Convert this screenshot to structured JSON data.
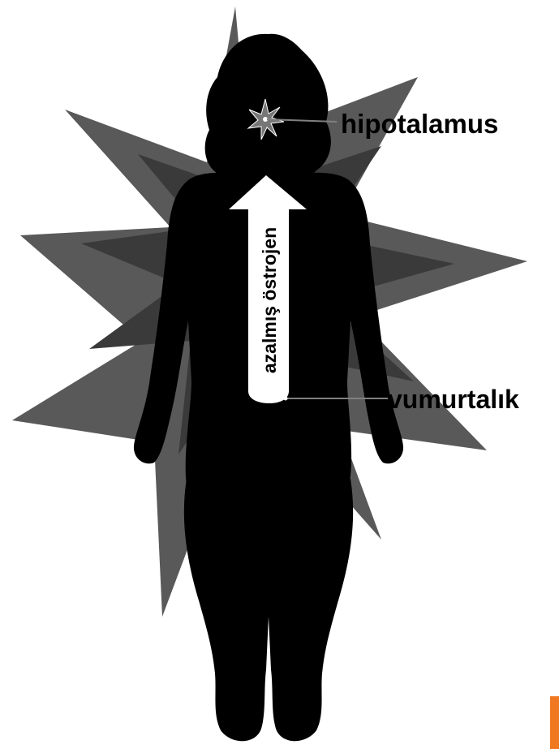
{
  "labels": {
    "hypothalamus": "hipotalamus",
    "ovary": "vumurtalık",
    "arrow": "azalmış östrojen"
  },
  "colors": {
    "background": "#ffffff",
    "starburst_outer": "#595959",
    "starburst_inner": "#3a3a3a",
    "silhouette": "#000000",
    "arrow_fill": "#ffffff",
    "leader_line": "#808080",
    "corner_accent": "#f07820"
  },
  "icons": {
    "burst": "starburst-icon",
    "hypothalamus_marker": "small-star-icon",
    "figure": "female-silhouette"
  }
}
